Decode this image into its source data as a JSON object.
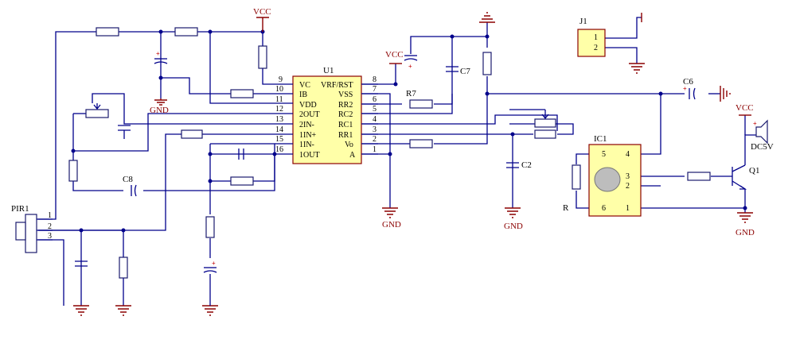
{
  "power": {
    "vcc": "VCC",
    "gnd": "GND",
    "dc5v": "DC5V"
  },
  "u1": {
    "ref": "U1",
    "left_pins": [
      {
        "num": "9",
        "name": "VC"
      },
      {
        "num": "10",
        "name": "IB"
      },
      {
        "num": "11",
        "name": "VDD"
      },
      {
        "num": "12",
        "name": "2OUT"
      },
      {
        "num": "13",
        "name": "2IN-"
      },
      {
        "num": "14",
        "name": "1IN+"
      },
      {
        "num": "15",
        "name": "1IN-"
      },
      {
        "num": "16",
        "name": "1OUT"
      }
    ],
    "right_pins": [
      {
        "num": "8",
        "name": "VRF/RST"
      },
      {
        "num": "7",
        "name": "VSS"
      },
      {
        "num": "6",
        "name": "RR2"
      },
      {
        "num": "5",
        "name": "RC2"
      },
      {
        "num": "4",
        "name": "RC1"
      },
      {
        "num": "3",
        "name": "RR1"
      },
      {
        "num": "2",
        "name": "Vo"
      },
      {
        "num": "1",
        "name": "A"
      }
    ]
  },
  "j1": {
    "ref": "J1",
    "pins": [
      "1",
      "2"
    ]
  },
  "ic1": {
    "ref": "IC1",
    "pins": [
      "5",
      "4",
      "3",
      "2",
      "6",
      "1"
    ]
  },
  "pir1": {
    "ref": "PIR1",
    "pins": [
      "1",
      "2",
      "3"
    ]
  },
  "labels": {
    "r7": "R7",
    "c7": "C7",
    "c8": "C8",
    "c2": "C2",
    "c6": "C6",
    "r": "R",
    "q1": "Q1",
    "plus": "+"
  }
}
